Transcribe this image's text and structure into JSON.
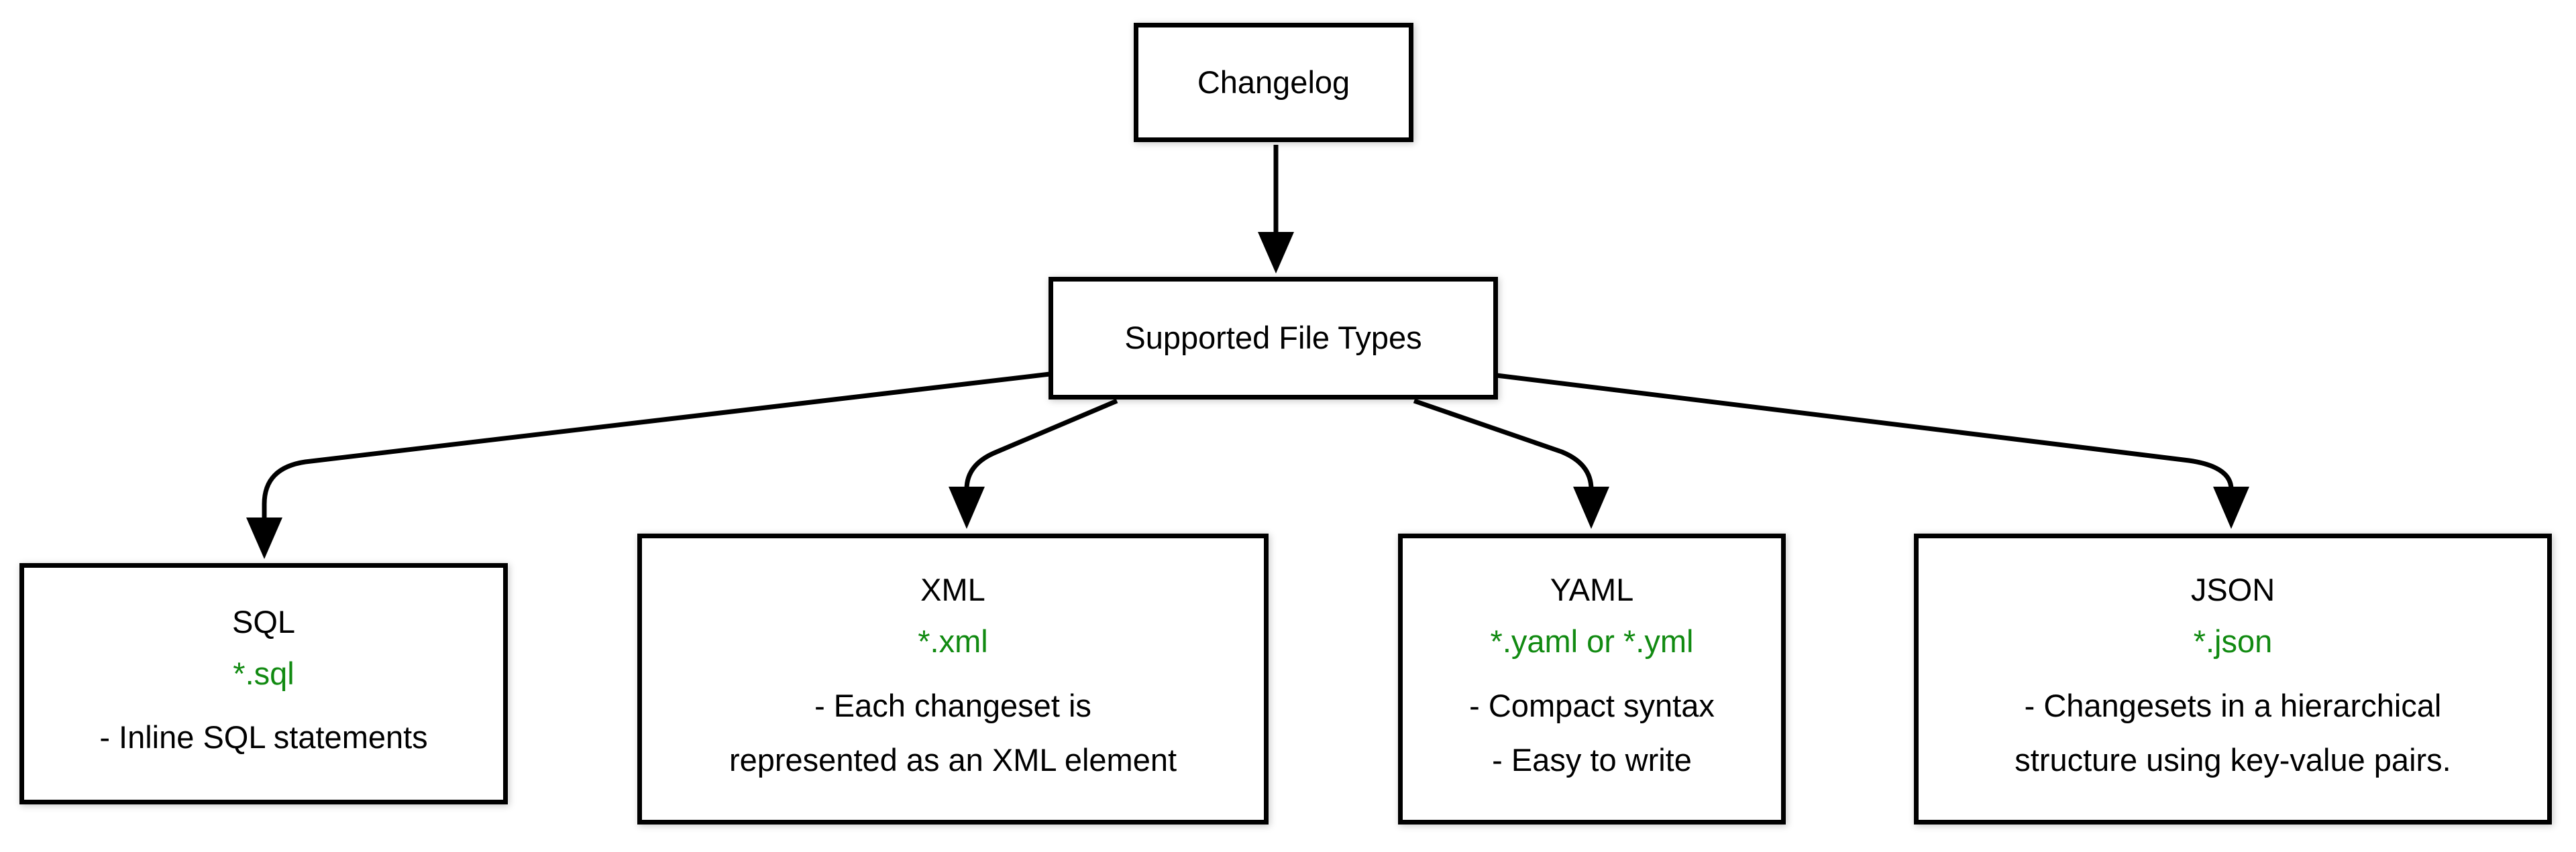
{
  "diagram": {
    "root": {
      "label": "Changelog"
    },
    "hub": {
      "label": "Supported File Types"
    },
    "file_types": [
      {
        "title": "SQL",
        "extension": "*.sql",
        "description_lines": [
          "- Inline SQL statements"
        ]
      },
      {
        "title": "XML",
        "extension": "*.xml",
        "description_lines": [
          "- Each changeset is",
          "represented as an XML element"
        ]
      },
      {
        "title": "YAML",
        "extension": "*.yaml or *.yml",
        "description_lines": [
          "- Compact syntax",
          "- Easy to write"
        ]
      },
      {
        "title": "JSON",
        "extension": "*.json",
        "description_lines": [
          "- Changesets in a hierarchical",
          "structure using key-value pairs."
        ]
      }
    ]
  },
  "colors": {
    "stroke": "#000000",
    "extension_text": "#118a11",
    "box_fill": "#ffffff",
    "background": "#ffffff"
  }
}
